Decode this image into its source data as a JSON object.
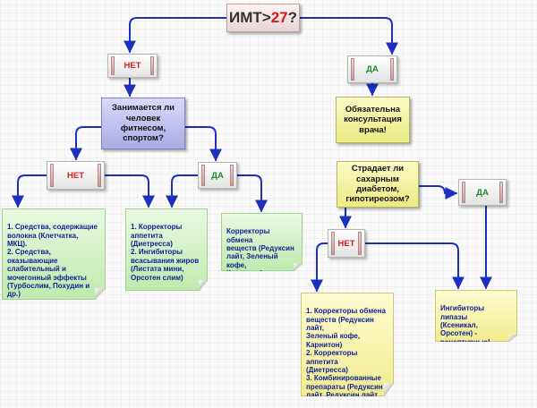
{
  "root_question": {
    "prefix": "ИМТ>",
    "value": "27",
    "suffix": "?"
  },
  "labels": {
    "no": "НЕТ",
    "yes": "ДА"
  },
  "q_fitness": "Занимается ли\nчеловек\nфитнесом,\nспортом?",
  "q_diabetes": "Страдает ли\nсахарным\nдиабетом,\nгипотиреозом?",
  "consult": "Обязательна\nконсультация\nврача!",
  "notes": {
    "laxatives": "1. Средства, содержащие\nволокна (Клетчатка,\nМКЦ).\n2. Средства,\nоказывающие\nслабительный и\nмочегонный эффекты\n(Турбослим, Похудин и\nдр.)",
    "suppressants": "1. Корректоры\nаппетита\n(Диетресса)\n2. Ингибиторы\nвсасывания жиров\n(Листата мини,\nОрсотен слим)",
    "metabolism": "Корректоры обмена\nвеществ (Редуксин\nлайт, Зеленый кофе,\nКарнитон)",
    "combo": "1. Корректоры обмена\nвеществ (Редуксин лайт,\nЗеленый кофе,\nКарнитон)\n2. Корректоры аппетита\n(Диетресса)\n3. Комбинированные\nпрепараты (Редуксин\nлайт, Редуксин лайт\nусил.формула)",
    "lipase": "Ингибиторы липазы\n(Ксеникал, Орсотен) -\nрецептурные!"
  },
  "colors": {
    "arrow": "#1c2fbf",
    "no_text": "#d62020",
    "yes_text": "#1e8a2a",
    "accent_number": "#d41a1a"
  }
}
